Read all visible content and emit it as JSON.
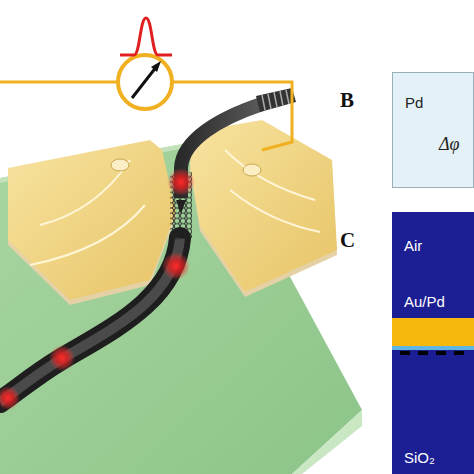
{
  "diagram": {
    "nodes": [
      {
        "text": [
          "Pd",
          "Δφ"
        ]
      },
      {
        "text": [
          "Air",
          "Au/Pd",
          "SiO₂"
        ]
      }
    ],
    "labels": [
      "B",
      "C"
    ]
  }
}
